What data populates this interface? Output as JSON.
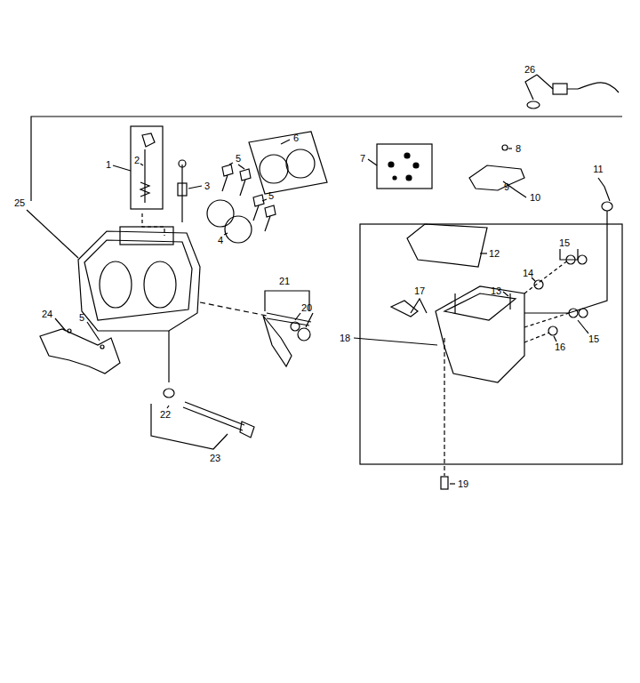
{
  "diagram": {
    "labels": [
      "26",
      "6",
      "7",
      "8",
      "9",
      "10",
      "11",
      "1",
      "2",
      "3",
      "5",
      "5",
      "4",
      "25",
      "12",
      "15",
      "14",
      "17",
      "13",
      "21",
      "20",
      "18",
      "16",
      "15",
      "24",
      "5",
      "22",
      "23",
      "19"
    ]
  }
}
